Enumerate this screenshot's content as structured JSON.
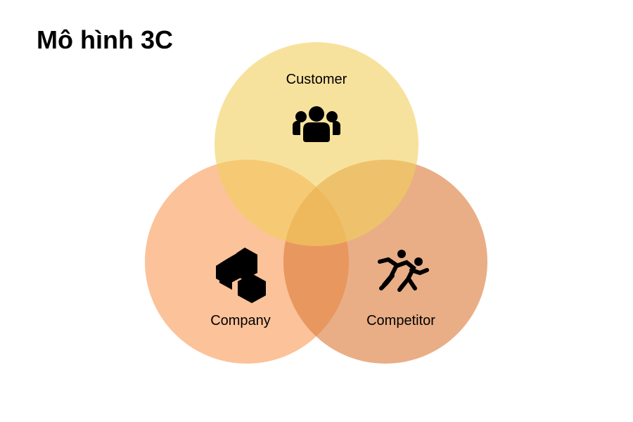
{
  "title": "Mô hình 3C",
  "circles": [
    {
      "label": "Customer",
      "icon": "people-group-icon",
      "color": "#F2D06B"
    },
    {
      "label": "Company",
      "icon": "boxes-icon",
      "color": "#FBA868"
    },
    {
      "label": "Competitor",
      "icon": "running-people-icon",
      "color": "#E38C4E"
    }
  ]
}
